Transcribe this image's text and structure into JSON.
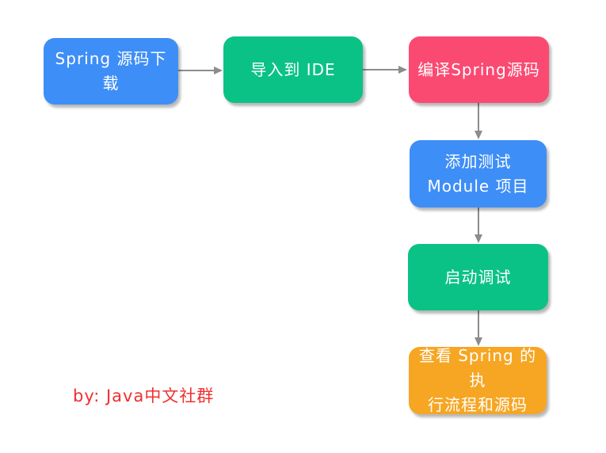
{
  "canvas": {
    "background": "#ffffff"
  },
  "flowchart": {
    "nodes": [
      {
        "id": "download",
        "label": "Spring 源码下载",
        "color": "#3e8ef7",
        "text_color": "#ffffff"
      },
      {
        "id": "import-ide",
        "label": "导入到 IDE",
        "color": "#0bc286",
        "text_color": "#ffffff"
      },
      {
        "id": "compile",
        "label": "编译Spring源码",
        "color": "#fb4a72",
        "text_color": "#ffffff"
      },
      {
        "id": "add-test-module",
        "label": "添加测试\nModule 项目",
        "color": "#3e8ef7",
        "text_color": "#ffffff"
      },
      {
        "id": "start-debug",
        "label": "启动调试",
        "color": "#0bc286",
        "text_color": "#ffffff"
      },
      {
        "id": "view-flow",
        "label": "查看 Spring 的执\n行流程和源码",
        "color": "#f6a623",
        "text_color": "#ffffff"
      }
    ],
    "connections": [
      {
        "from": "download",
        "to": "import-ide"
      },
      {
        "from": "import-ide",
        "to": "compile"
      },
      {
        "from": "compile",
        "to": "add-test-module"
      },
      {
        "from": "add-test-module",
        "to": "start-debug"
      },
      {
        "from": "start-debug",
        "to": "view-flow"
      }
    ],
    "connector_color": "#8c8c8c"
  },
  "footer": {
    "credit": "by: Java中文社群",
    "color": "#f02f2f"
  }
}
